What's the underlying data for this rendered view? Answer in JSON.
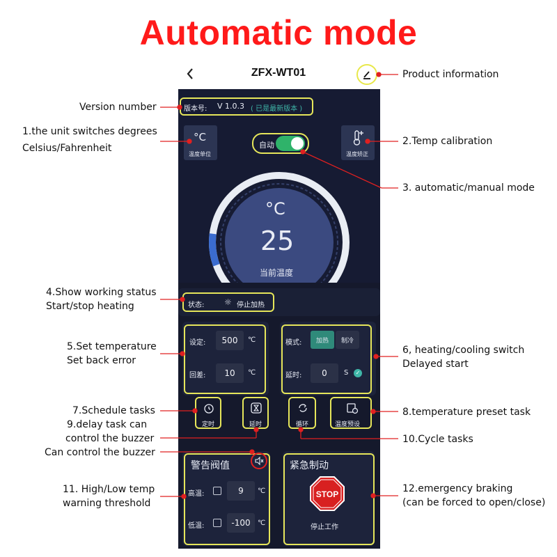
{
  "page_title": "Automatic mode",
  "app": {
    "title": "ZFX-WT01"
  },
  "version": {
    "label": "版本号:",
    "number": "V 1.0.3",
    "status": "( 已是最新版本 )"
  },
  "unit_tile": {
    "symbol": "°C",
    "caption": "温度单位"
  },
  "calibration_tile": {
    "caption": "温度矫正"
  },
  "auto_toggle": {
    "label": "自动",
    "on": true
  },
  "gauge": {
    "unit": "°C",
    "value": "25",
    "caption": "当前温度",
    "progress": 0.3
  },
  "status": {
    "label": "状态:",
    "value": "停止加热"
  },
  "setpoint": {
    "set_label": "设定:",
    "set_value": "500",
    "set_unit": "℃",
    "diff_label": "回差:",
    "diff_value": "10",
    "diff_unit": "℃"
  },
  "mode": {
    "label": "模式:",
    "heat": "加热",
    "cool": "制冷",
    "delay_label": "延时:",
    "delay_value": "0",
    "delay_unit": "S"
  },
  "tasks": {
    "timer": "定时",
    "delay": "延时",
    "cycle": "循环",
    "preset": "温度预设"
  },
  "alarm": {
    "title": "警告阀值",
    "high_label": "高温:",
    "high_value": "9",
    "high_unit": "℃",
    "low_label": "低温:",
    "low_value": "-100",
    "low_unit": "℃"
  },
  "emergency": {
    "title": "紧急制动",
    "stop_sign": "STOP",
    "caption": "停止工作"
  },
  "annotations": {
    "product_info": "Product information",
    "version_number": "Version number",
    "unit_switch_1": "1.the unit switches degrees",
    "unit_switch_2": "Celsius/Fahrenheit",
    "temp_calibration": "2.Temp calibration",
    "auto_manual": "3. automatic/manual mode",
    "working_status_1": "4.Show working status",
    "working_status_2": "Start/stop heating",
    "set_temp_1": "5.Set temperature",
    "set_temp_2": "Set back error",
    "heat_cool_1": "6, heating/cooling switch",
    "heat_cool_2": "Delayed start",
    "schedule": "7.Schedule tasks",
    "preset": "8.temperature preset task",
    "delay_task_1": "9.delay task can",
    "delay_task_2": "control the buzzer",
    "cycle_tasks": "10.Cycle tasks",
    "buzzer": "Can control the buzzer",
    "threshold_1": "11. High/Low temp",
    "threshold_2": "warning threshold",
    "emergency_1": "12.emergency braking",
    "emergency_2": "(can be forced to open/close)"
  },
  "colors": {
    "title_red": "#ff1a1a",
    "highlight_yellow": "#e6e65a",
    "toggle_green": "#2fb36a",
    "screen_bg": "#15192c",
    "stop_red": "#d82020"
  }
}
